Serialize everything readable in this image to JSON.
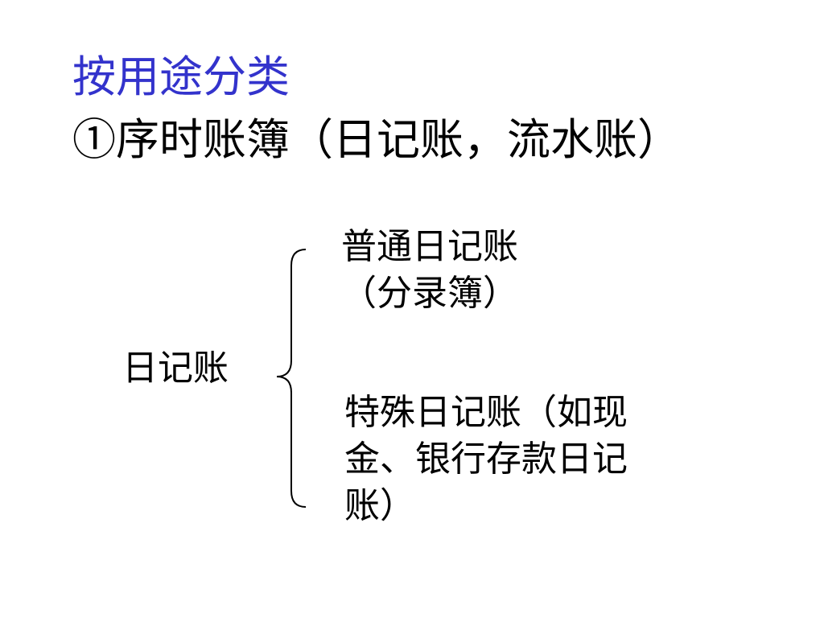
{
  "slide": {
    "title": "按用途分类",
    "subtitle": "①序时账簿（日记账，流水账）",
    "diagram": {
      "root": "日记账",
      "branches": [
        {
          "lines": [
            "普通日记账",
            "（分录簿）"
          ]
        },
        {
          "lines": [
            "特殊日记账（如现",
            "金、银行存款日记",
            "账）"
          ]
        }
      ]
    }
  },
  "colors": {
    "title": "#3333cc",
    "text": "#000000",
    "background": "#ffffff"
  }
}
